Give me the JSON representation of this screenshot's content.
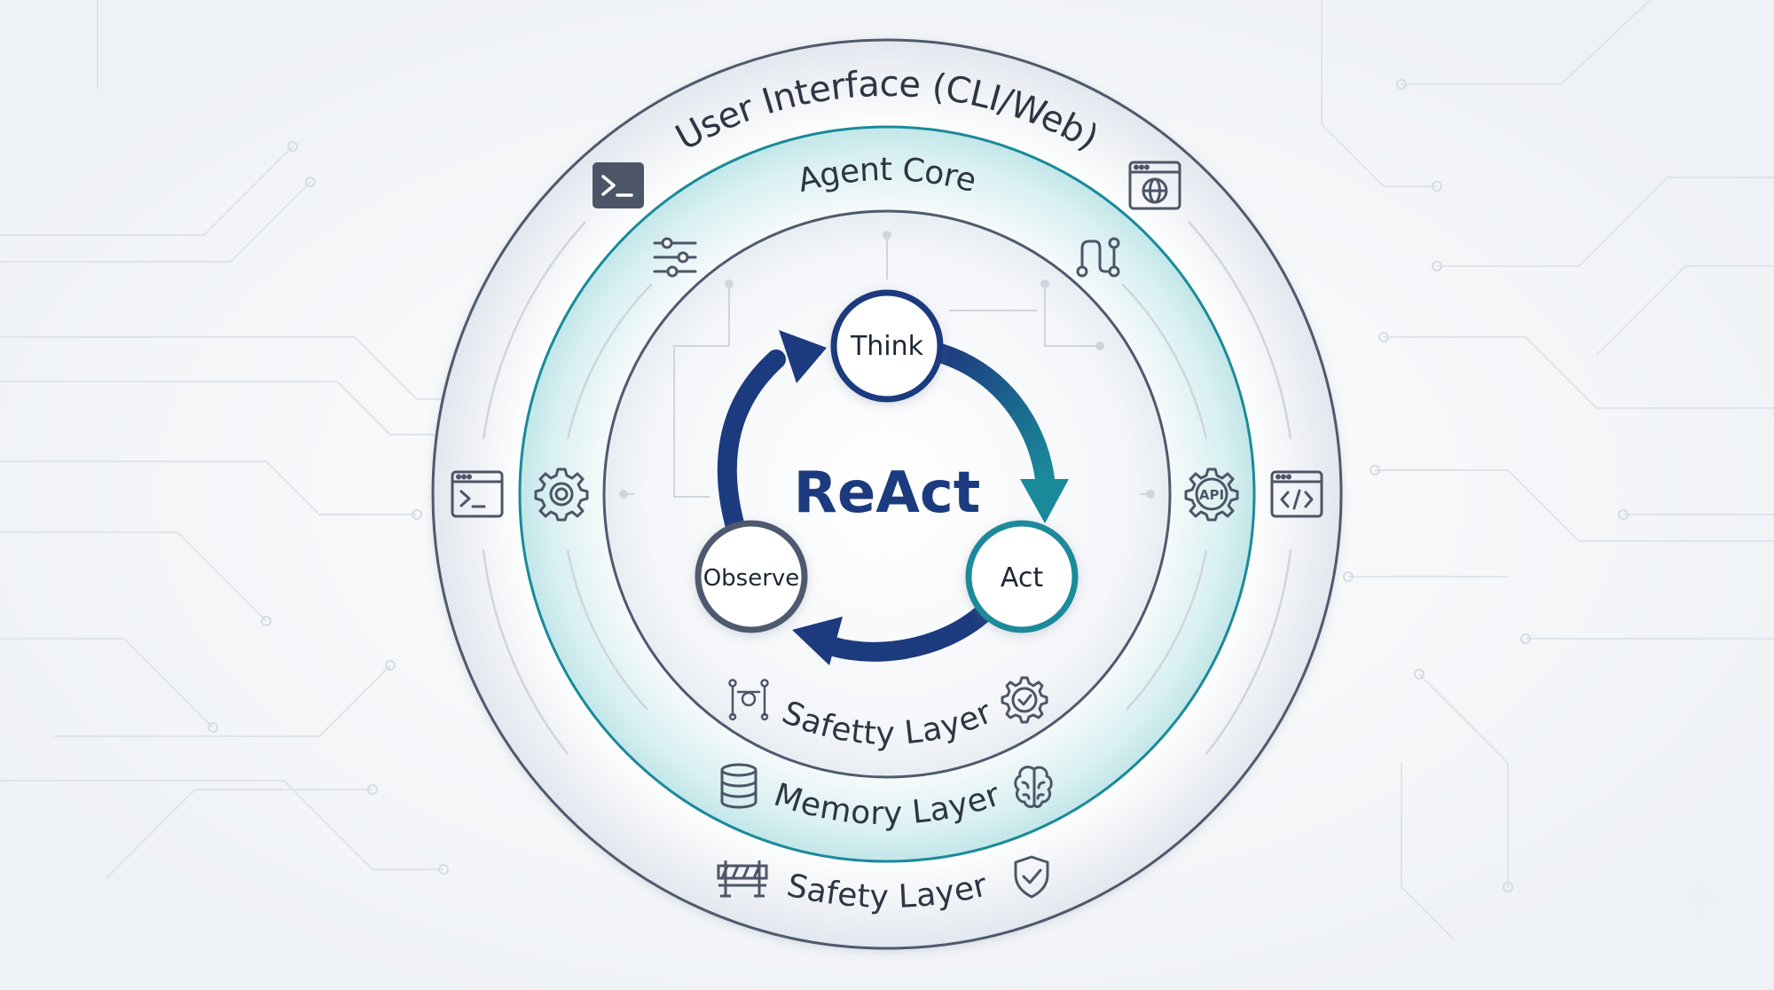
{
  "rings": {
    "outer_label": "User Interface (CLI/Web)",
    "agent_label": "Agent Core",
    "memory_label": "Memory Layer",
    "outer_bottom_label": "Safety Layer",
    "inner_bottom_label": "Safetty Layer"
  },
  "center": {
    "title": "ReAct"
  },
  "nodes": {
    "think": "Think",
    "act": "Act",
    "observe": "Observe"
  },
  "icons": {
    "api_label": "API"
  },
  "colors": {
    "navy": "#1c3a7e",
    "teal": "#1a8a9a",
    "ring_stroke": "#4e5a6e",
    "icon": "#4d5668"
  }
}
